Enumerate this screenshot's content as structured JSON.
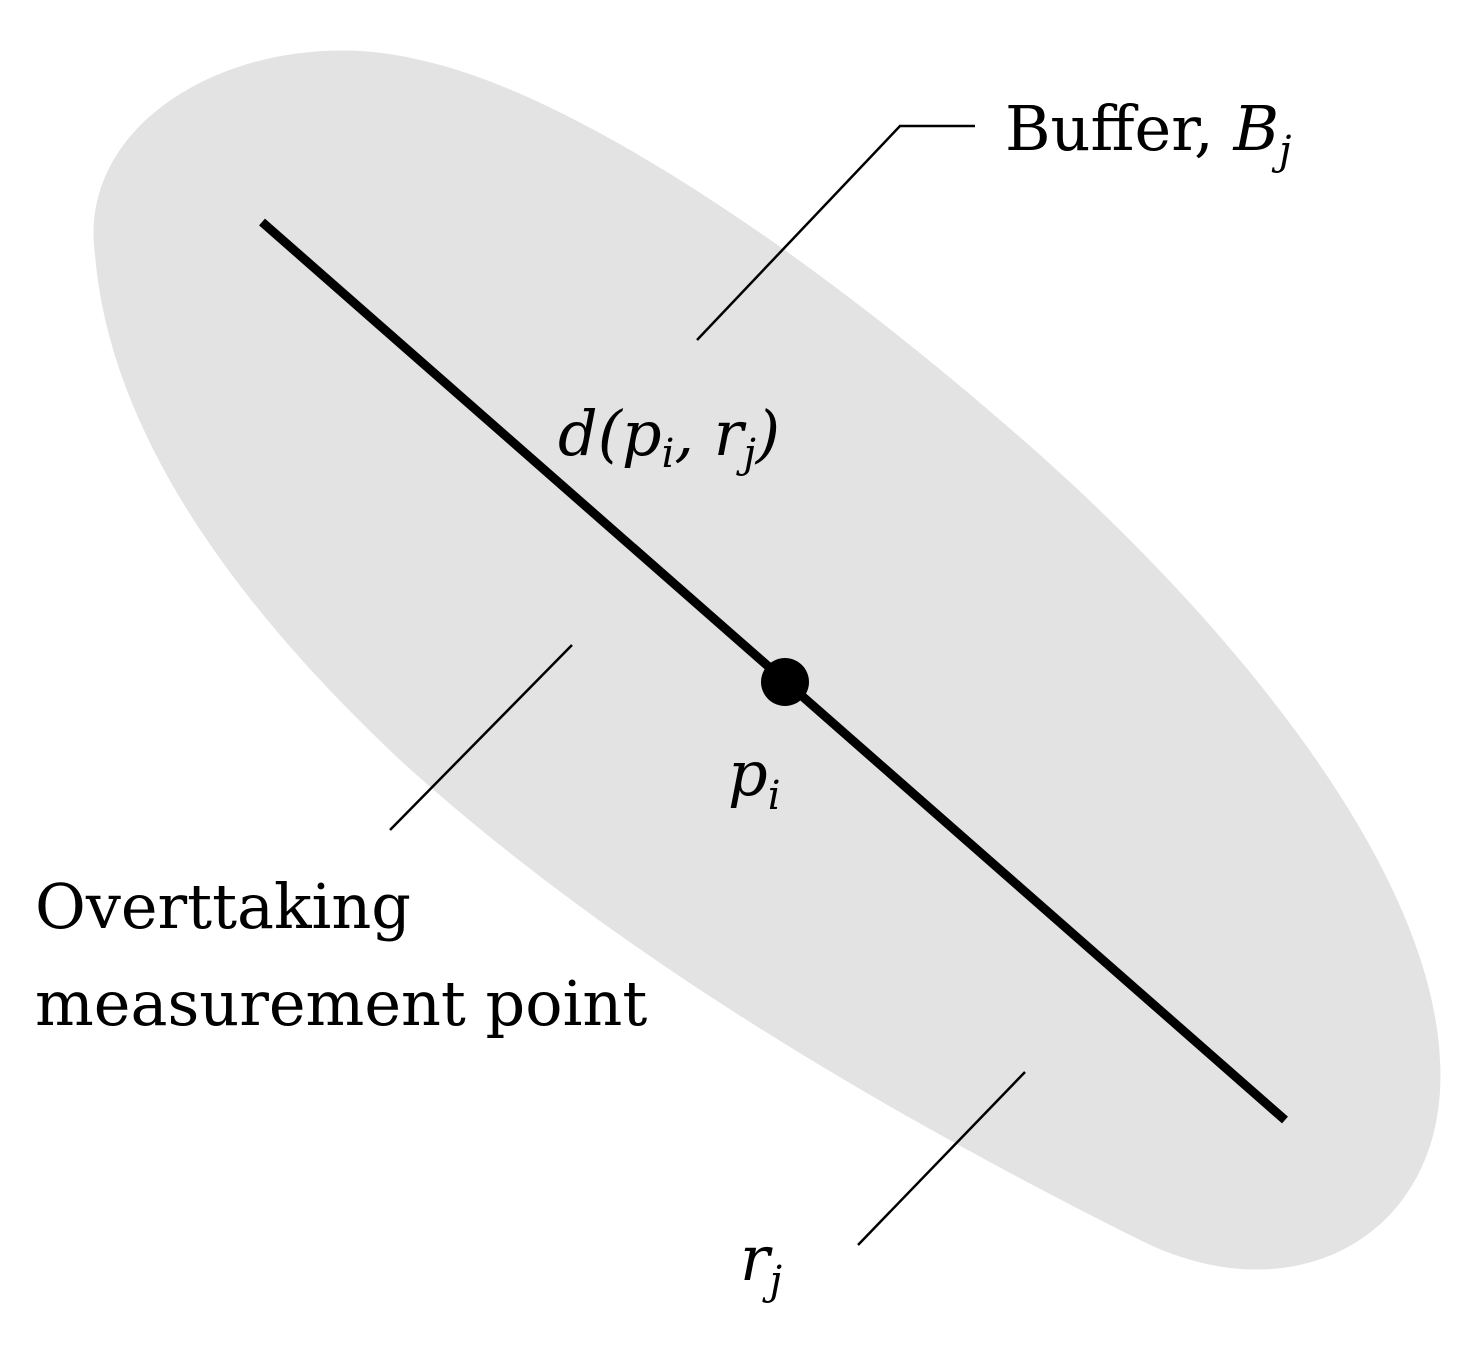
{
  "colors": {
    "buffer_fill": "#e3e3e3",
    "road_stroke": "#000000",
    "leader_stroke": "#000000",
    "point_fill": "#000000"
  },
  "labels": {
    "buffer_text": "Buffer, ",
    "buffer_symbol": "B",
    "buffer_sub": "j",
    "distance_prefix": "d(p",
    "distance_sub_i": "i",
    "distance_mid": ", r",
    "distance_sub_j": "j",
    "distance_suffix": ")",
    "point_symbol": "p",
    "point_sub": "i",
    "overtaking_line1": "Overttaking",
    "overtaking_line2": "measurement point",
    "route_symbol": "r",
    "route_sub": "j"
  }
}
